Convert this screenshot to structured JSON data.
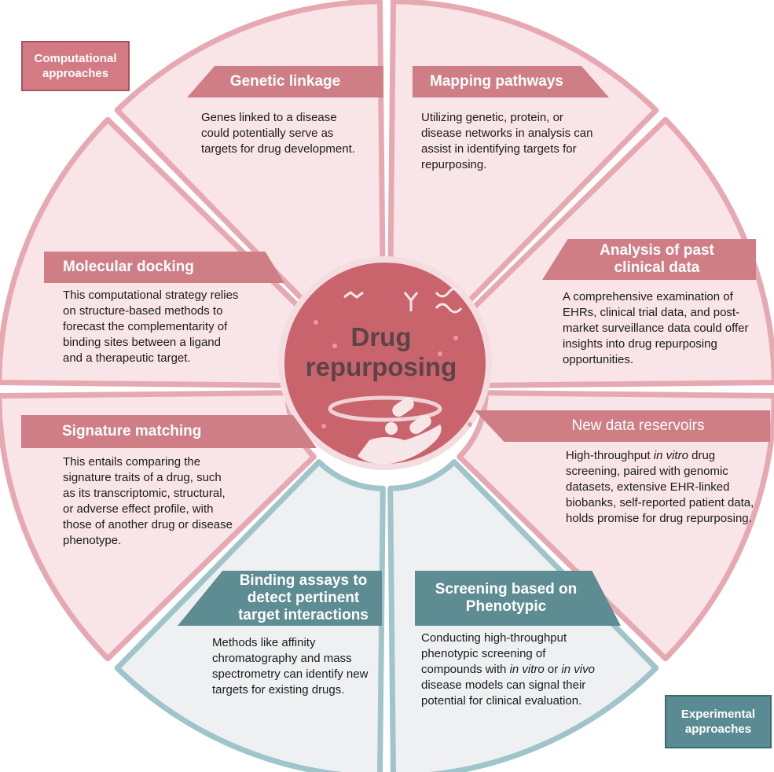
{
  "legend": {
    "computational": "Computational approaches",
    "experimental": "Experimental approaches"
  },
  "center": {
    "title_line1": "Drug",
    "title_line2": "repurposing"
  },
  "segments": {
    "genetic_linkage": {
      "title": "Genetic linkage",
      "text": "Genes linked to a disease could potentially serve as targets for drug development."
    },
    "mapping_pathways": {
      "title": "Mapping pathways",
      "text": "Utilizing genetic, protein, or disease networks in analysis can assist in identifying targets for repurposing."
    },
    "past_clinical": {
      "title": "Analysis of past clinical data",
      "text": "A comprehensive examination of EHRs, clinical trial data, and post-market surveillance data could offer insights into drug repurposing opportunities."
    },
    "new_data": {
      "title": "New data reservoirs",
      "text_pre": "High-throughput ",
      "text_em": "in vitro",
      "text_post": " drug screening, paired with genomic datasets, extensive EHR-linked biobanks, self-reported patient data, holds promise for drug repurposing."
    },
    "phenotypic": {
      "title": "Screening based on Phenotypic",
      "text_pre": "Conducting high-throughput phenotypic screening of compounds with ",
      "text_em1": "in vitro",
      "text_mid": " or ",
      "text_em2": "in vivo",
      "text_post": " disease models can signal their potential for clinical evaluation."
    },
    "binding": {
      "title": "Binding assays to detect pertinent target interactions",
      "text": "Methods like affinity chromatography and mass spectrometry can identify new targets for existing drugs."
    },
    "signature": {
      "title": "Signature matching",
      "text": "This entails comparing the signature traits of a drug, such as its transcriptomic, structural, or adverse effect profile, with those of another drug or disease phenotype."
    },
    "docking": {
      "title": "Molecular docking",
      "text": "This computational strategy relies on structure-based methods to forecast the complementarity of binding sites between a ligand and a therapeutic target."
    }
  },
  "colors": {
    "pink_fill": "#f9e4e8",
    "pink_border": "#e6a9b1",
    "teal_fill": "#eef0f2",
    "teal_border": "#9fc4c9",
    "pink_banner": "#cf7e86",
    "teal_banner": "#5e8c93",
    "center": "#c9646d"
  }
}
